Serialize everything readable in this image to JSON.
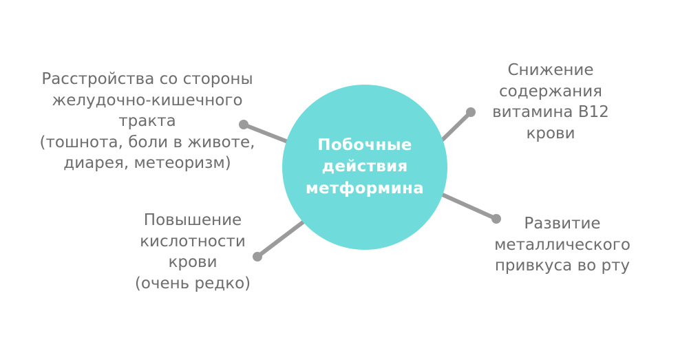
{
  "center": {
    "lines": [
      "Побочные",
      "действия",
      "метформина"
    ]
  },
  "effects": {
    "gi": [
      "Расстройства со стороны",
      "желудочно-кишечного",
      "тракта",
      "(тошнота, боли в животе,",
      "диарея, метеоризм)"
    ],
    "acid": [
      "Повышение",
      "кислотности",
      "крови",
      "(очень редко)"
    ],
    "b12": [
      "Снижение",
      "содержания",
      "витамина В12",
      "крови"
    ],
    "taste": [
      "Развитие",
      "металлического",
      "привкуса во рту"
    ]
  },
  "colors": {
    "circle": "#6fdcdb",
    "connector": "#9b9b9b",
    "text": "#6d6d6d",
    "center_text": "#ffffff"
  }
}
